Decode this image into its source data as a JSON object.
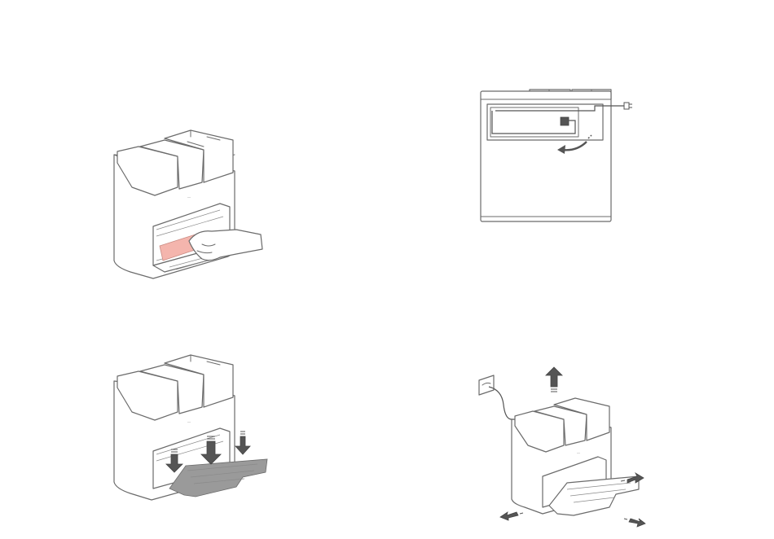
{
  "colors": {
    "line": "#6b6b6b",
    "highlight_pad": "#f4b5ad",
    "arrow": "#555555",
    "tray_fill": "#9a9a9a",
    "background": "#ffffff"
  },
  "panels": [
    {
      "id": "step-1",
      "position": "top-left",
      "icons": [
        "station-icon",
        "hand-icon",
        "highlight-pad"
      ]
    },
    {
      "id": "step-2",
      "position": "top-right",
      "icons": [
        "station-back-icon",
        "power-cord-icon",
        "curved-arrow-icon"
      ]
    },
    {
      "id": "step-3",
      "position": "bottom-left",
      "icons": [
        "station-icon",
        "ramp-tray-icon",
        "down-arrow-icon"
      ]
    },
    {
      "id": "step-4",
      "position": "bottom-right",
      "icons": [
        "wall-socket-icon",
        "station-icon",
        "up-arrow-icon",
        "outward-arrow-icon"
      ]
    }
  ]
}
